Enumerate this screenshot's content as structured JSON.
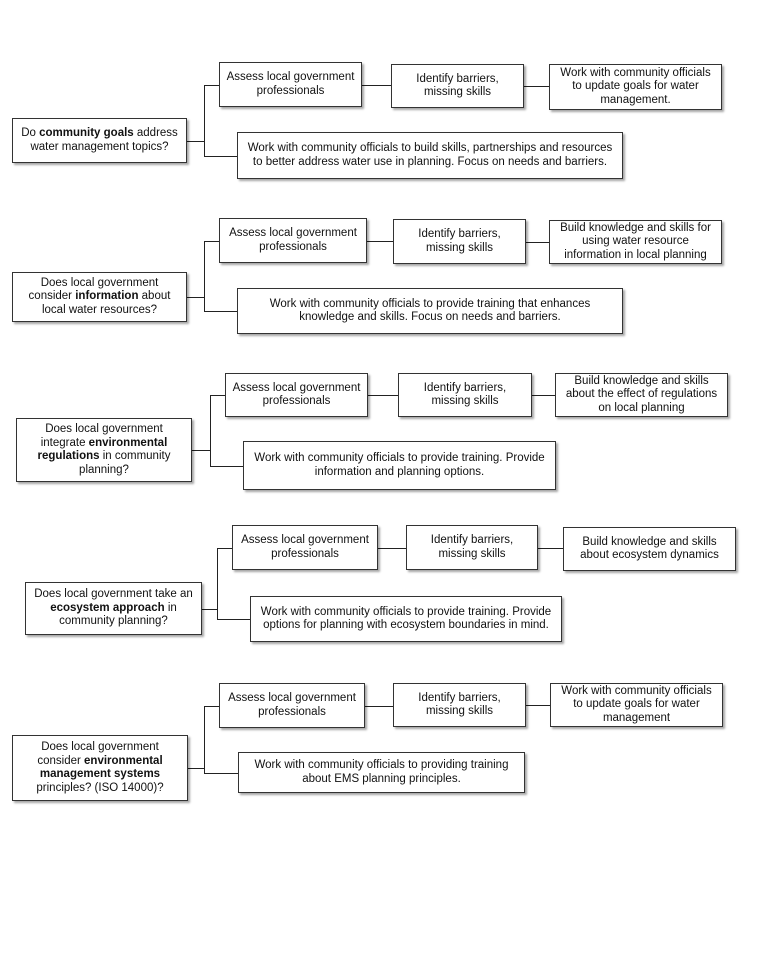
{
  "rows": [
    {
      "question": {
        "pre": "Do ",
        "bold": "community goals",
        "post": " address water management topics?"
      },
      "assess": "Assess local government professionals",
      "identify": "Identify barriers, missing skills",
      "outcome": "Work with community officials to update goals for water management.",
      "work": "Work with community officials to build skills, partnerships and resources to better address water use in planning. Focus on needs and barriers."
    },
    {
      "question": {
        "pre": "Does local government consider ",
        "bold": "information",
        "post": " about local water resources?"
      },
      "assess": "Assess local government professionals",
      "identify": "Identify barriers, missing skills",
      "outcome": "Build knowledge and skills for using water resource information in local planning",
      "work": "Work with community officials to provide training that enhances knowledge and skills. Focus on needs and barriers."
    },
    {
      "question": {
        "pre": "Does local government integrate ",
        "bold": "environmental regulations",
        "post": " in community planning?"
      },
      "assess": "Assess local government professionals",
      "identify": "Identify barriers, missing skills",
      "outcome": "Build knowledge and skills about the effect of regulations on local planning",
      "work": "Work with community officials to provide training. Provide information and planning options."
    },
    {
      "question": {
        "pre": "Does local government take an ",
        "bold": "ecosystem approach",
        "post": " in community planning?"
      },
      "assess": "Assess local government professionals",
      "identify": "Identify barriers, missing skills",
      "outcome": "Build knowledge and skills about ecosystem dynamics",
      "work": "Work with community officials to provide training. Provide options for planning with ecosystem boundaries in mind."
    },
    {
      "question": {
        "pre": "Does local government consider ",
        "bold": "environmental management systems",
        "post": " principles? (ISO 14000)?"
      },
      "assess": "Assess local government professionals",
      "identify": "Identify barriers, missing skills",
      "outcome": "Work with community officials to update goals for water management",
      "work": "Work with community officials to providing training about EMS planning principles."
    }
  ]
}
